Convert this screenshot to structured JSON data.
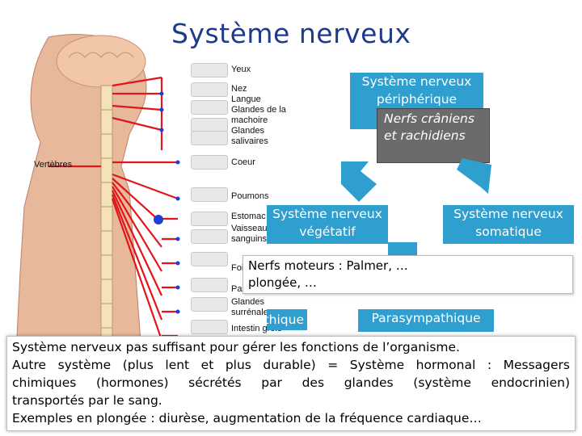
{
  "title": "Système nerveux",
  "figure": {
    "vertebrae_label": "Vertèbres",
    "organs": [
      "Yeux",
      "Nez",
      "Langue",
      "Glandes de la",
      "machoire",
      "Glandes",
      "salivaires",
      "Coeur",
      "Poumons",
      "Estomac",
      "Vaisseaux",
      "sanguins",
      "Foie",
      "Pancreas",
      "Glandes",
      "surrénales",
      "Intestin grêle"
    ],
    "colors": {
      "nerve": "#e0161b",
      "node": "#1e3fd6",
      "skin": "#e8b89a",
      "brain": "#f1c7a8"
    }
  },
  "diagram": {
    "peripheral": "Système nerveux\npériphérique",
    "cranial_spinal": "Nerfs crâniens\net rachidiens",
    "vegetative": "Système nerveux\nvégétatif",
    "somatic": "Système nerveux\nsomatique",
    "motor_nerves": "Nerfs moteurs : Palmer, …\nplongée, …",
    "sympathetic": "Sympathique",
    "parasympathetic": "Parasympathique",
    "colors": {
      "box": "#2e9fcf",
      "arrow": "#2e9fcf",
      "grey_box": "#6b6b6b"
    }
  },
  "text_block": {
    "lines": [
      "Système nerveux pas suffisant pour gérer les fonctions de l’organisme.",
      "Autre système (plus lent et plus durable) = Système hormonal : Messagers",
      "chimiques (hormones) sécrétés par des glandes (système endocrinien)",
      "transportés par le sang.",
      "Exemples en plongée : diurèse, augmentation de la fréquence cardiaque…"
    ]
  }
}
